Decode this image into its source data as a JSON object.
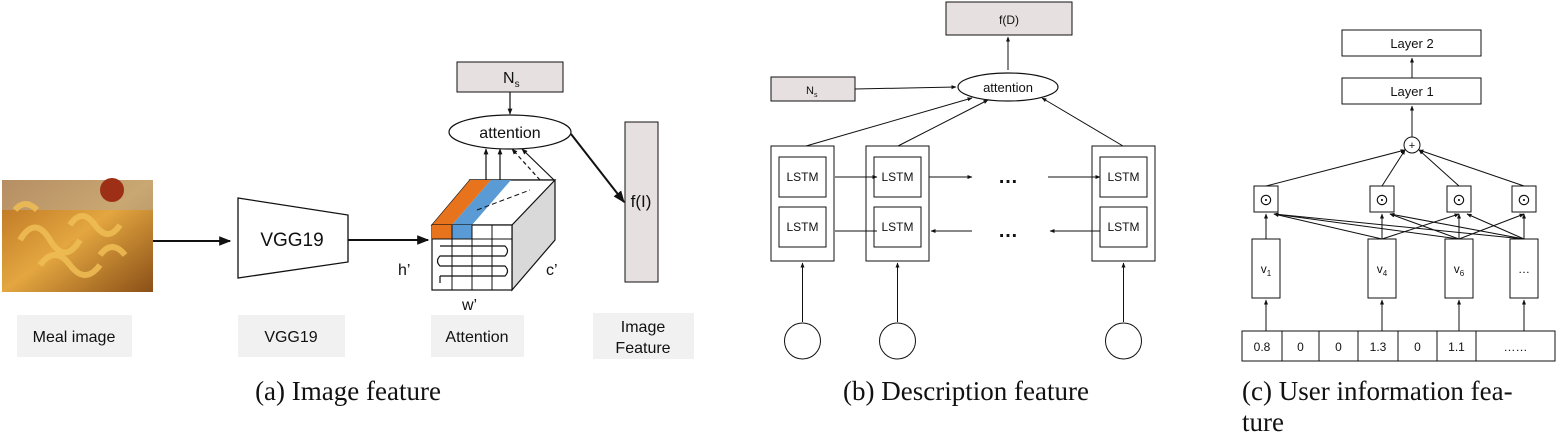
{
  "panel_a": {
    "caption": "(a) Image feature",
    "labels": {
      "meal_image": "Meal image",
      "vgg19": "VGG19",
      "attention": "Attention",
      "image_feature_1": "Image",
      "image_feature_2": "Feature"
    },
    "vgg_box": "VGG19",
    "attention_node": "attention",
    "ns_main": "N",
    "ns_sub": "s",
    "output": "f(I)",
    "dim_h": "h’",
    "dim_w": "w’",
    "dim_c": "c’"
  },
  "panel_b": {
    "caption": "(b) Description feature",
    "output": "f(D)",
    "attention_node": "attention",
    "ns_main": "N",
    "ns_sub": "s",
    "lstm": "LSTM",
    "ellipsis": "…"
  },
  "panel_c": {
    "caption_line1": "(c)  User information fea-",
    "caption_line2": "ture",
    "layer2": "Layer 2",
    "layer1": "Layer 1",
    "plus_symbol": "+",
    "dot_symbol": "⊙",
    "vectors": [
      {
        "main": "v",
        "sub": "1"
      },
      {
        "main": "v",
        "sub": "4"
      },
      {
        "main": "v",
        "sub": "6"
      },
      {
        "main": "…",
        "sub": ""
      }
    ],
    "input_values": [
      "0.8",
      "0",
      "0",
      "1.3",
      "0",
      "1.1",
      "……"
    ]
  },
  "colors": {
    "orange": "#e8731d",
    "blue": "#5b9bd5",
    "box_fill": "#e6e0e0",
    "cube_side": "#d9d9d9"
  }
}
